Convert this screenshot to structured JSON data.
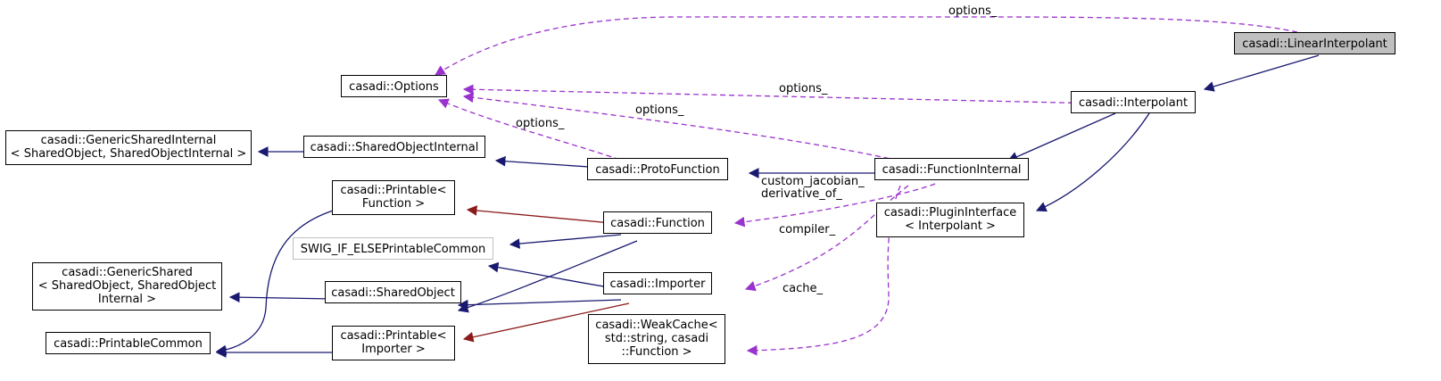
{
  "diagram": {
    "nodes": {
      "linear_interpolant": "casadi::LinearInterpolant",
      "interpolant": "casadi::Interpolant",
      "options": "casadi::Options",
      "function_internal": "casadi::FunctionInternal",
      "plugin_interface": [
        "casadi::PluginInterface",
        "< Interpolant >"
      ],
      "proto_function": "casadi::ProtoFunction",
      "shared_object_internal": "casadi::SharedObjectInternal",
      "generic_shared_internal": [
        "casadi::GenericSharedInternal",
        "< SharedObject, SharedObjectInternal >"
      ],
      "printable_function": [
        "casadi::Printable<",
        "Function >"
      ],
      "function": "casadi::Function",
      "swig_printable": "SWIG_IF_ELSEPrintableCommon",
      "generic_shared": [
        "casadi::GenericShared",
        "< SharedObject, SharedObject",
        "Internal >"
      ],
      "shared_object": "casadi::SharedObject",
      "importer": "casadi::Importer",
      "printable_common": "casadi::PrintableCommon",
      "printable_importer": [
        "casadi::Printable<",
        "Importer >"
      ],
      "weak_cache": [
        "casadi::WeakCache<",
        "std::string, casadi",
        "::Function >"
      ]
    },
    "edge_labels": {
      "options_top": "options_",
      "options_interpolant": "options_",
      "options_function_internal": "options_",
      "options_proto_function": "options_",
      "function_members": [
        "custom_jacobian_",
        "derivative_of_"
      ],
      "compiler": "compiler_",
      "cache": "cache_"
    },
    "colors": {
      "inheritance": "#191970",
      "private_inheritance": "#8b1a1a",
      "usage": "#9a32cd",
      "current_node_fill": "#bfbfbf",
      "undocumented_border": "#bfbfbf"
    }
  }
}
